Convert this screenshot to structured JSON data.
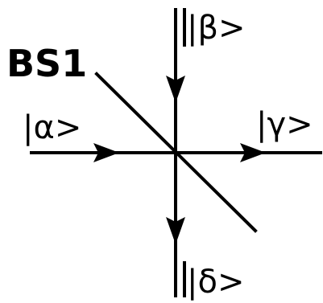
{
  "diagram": {
    "beam_splitter_label": "BS1",
    "ports": {
      "input_left": "|α>",
      "input_top": "|β>",
      "output_right": "|γ>",
      "output_bottom": "|δ>"
    },
    "colors": {
      "stroke": "#000000",
      "background": "#ffffff"
    }
  }
}
